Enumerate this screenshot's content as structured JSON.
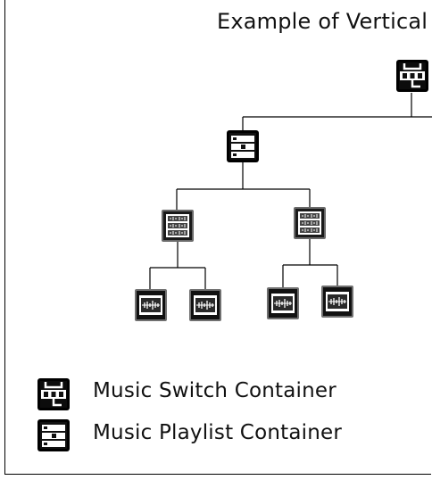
{
  "title": "Example of Vertical",
  "tree": {
    "root": {
      "type": "switch-container"
    },
    "children": [
      {
        "type": "playlist-container",
        "children": [
          {
            "type": "playlist",
            "children": [
              {
                "type": "segment"
              },
              {
                "type": "segment"
              }
            ]
          },
          {
            "type": "playlist",
            "children": [
              {
                "type": "segment"
              },
              {
                "type": "segment"
              }
            ]
          }
        ]
      }
    ]
  },
  "legend": {
    "switch_label": "Music Switch Container",
    "playlist_label": "Music Playlist Container"
  },
  "icons": {
    "switch-container": "music-switch-container-icon",
    "playlist-container": "music-playlist-container-icon",
    "playlist": "music-playlist-icon",
    "segment": "music-segment-icon"
  }
}
